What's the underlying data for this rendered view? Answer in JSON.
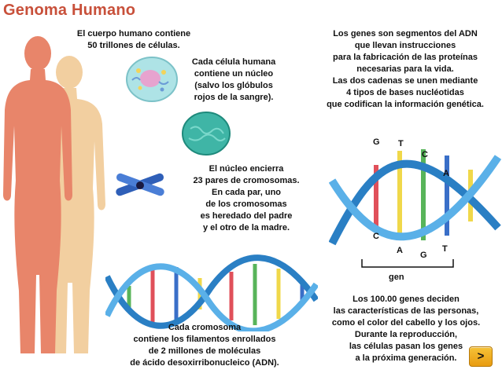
{
  "header": {
    "title": "Genoma Humano"
  },
  "texts": {
    "body": "El cuerpo humano contiene\n50 trillones de células.",
    "cell": "Cada célula humana\ncontiene un núcleo\n(salvo los glóbulos\nrojos de la sangre).",
    "genes": "Los genes son segmentos del ADN\nque llevan instrucciones\npara la fabricación de las proteínas\nnecesarias para la vida.\nLas dos cadenas se unen mediante\n4 tipos de bases nucléotidas\nque codifican la información genética.",
    "nucleus": "El núcleo encierra\n23 pares de  cromosomas.\nEn cada par, uno\nde los cromosomas\nes heredado del padre\ny el otro de la madre.",
    "chromosome": "Cada cromosoma\ncontiene los filamentos enrollados\nde 2 millones de moléculas\nde ácido desoxirribonucleico (ADN).",
    "genes_count": "Los 100.00 genes deciden\nlas características de las personas,\ncomo el color del cabello y los ojos.\nDurante la reproducción,\nlas células pasan los genes\na la próxima generación."
  },
  "dna_bases": {
    "b1": "G",
    "b2": "T",
    "b3": "C",
    "b4": "A",
    "b5": "C",
    "b6": "A",
    "b7": "G",
    "b8": "T"
  },
  "gene_label": "gen",
  "nav": {
    "next_label": ">"
  },
  "colors": {
    "title": "#c8503a",
    "body_front": "#e8856a",
    "body_back": "#f2cfa0",
    "strand": "#2a7fc4",
    "base_red": "#e0505a",
    "base_yellow": "#f0d84a",
    "base_green": "#58b45a",
    "base_blue": "#3a6fc8"
  }
}
